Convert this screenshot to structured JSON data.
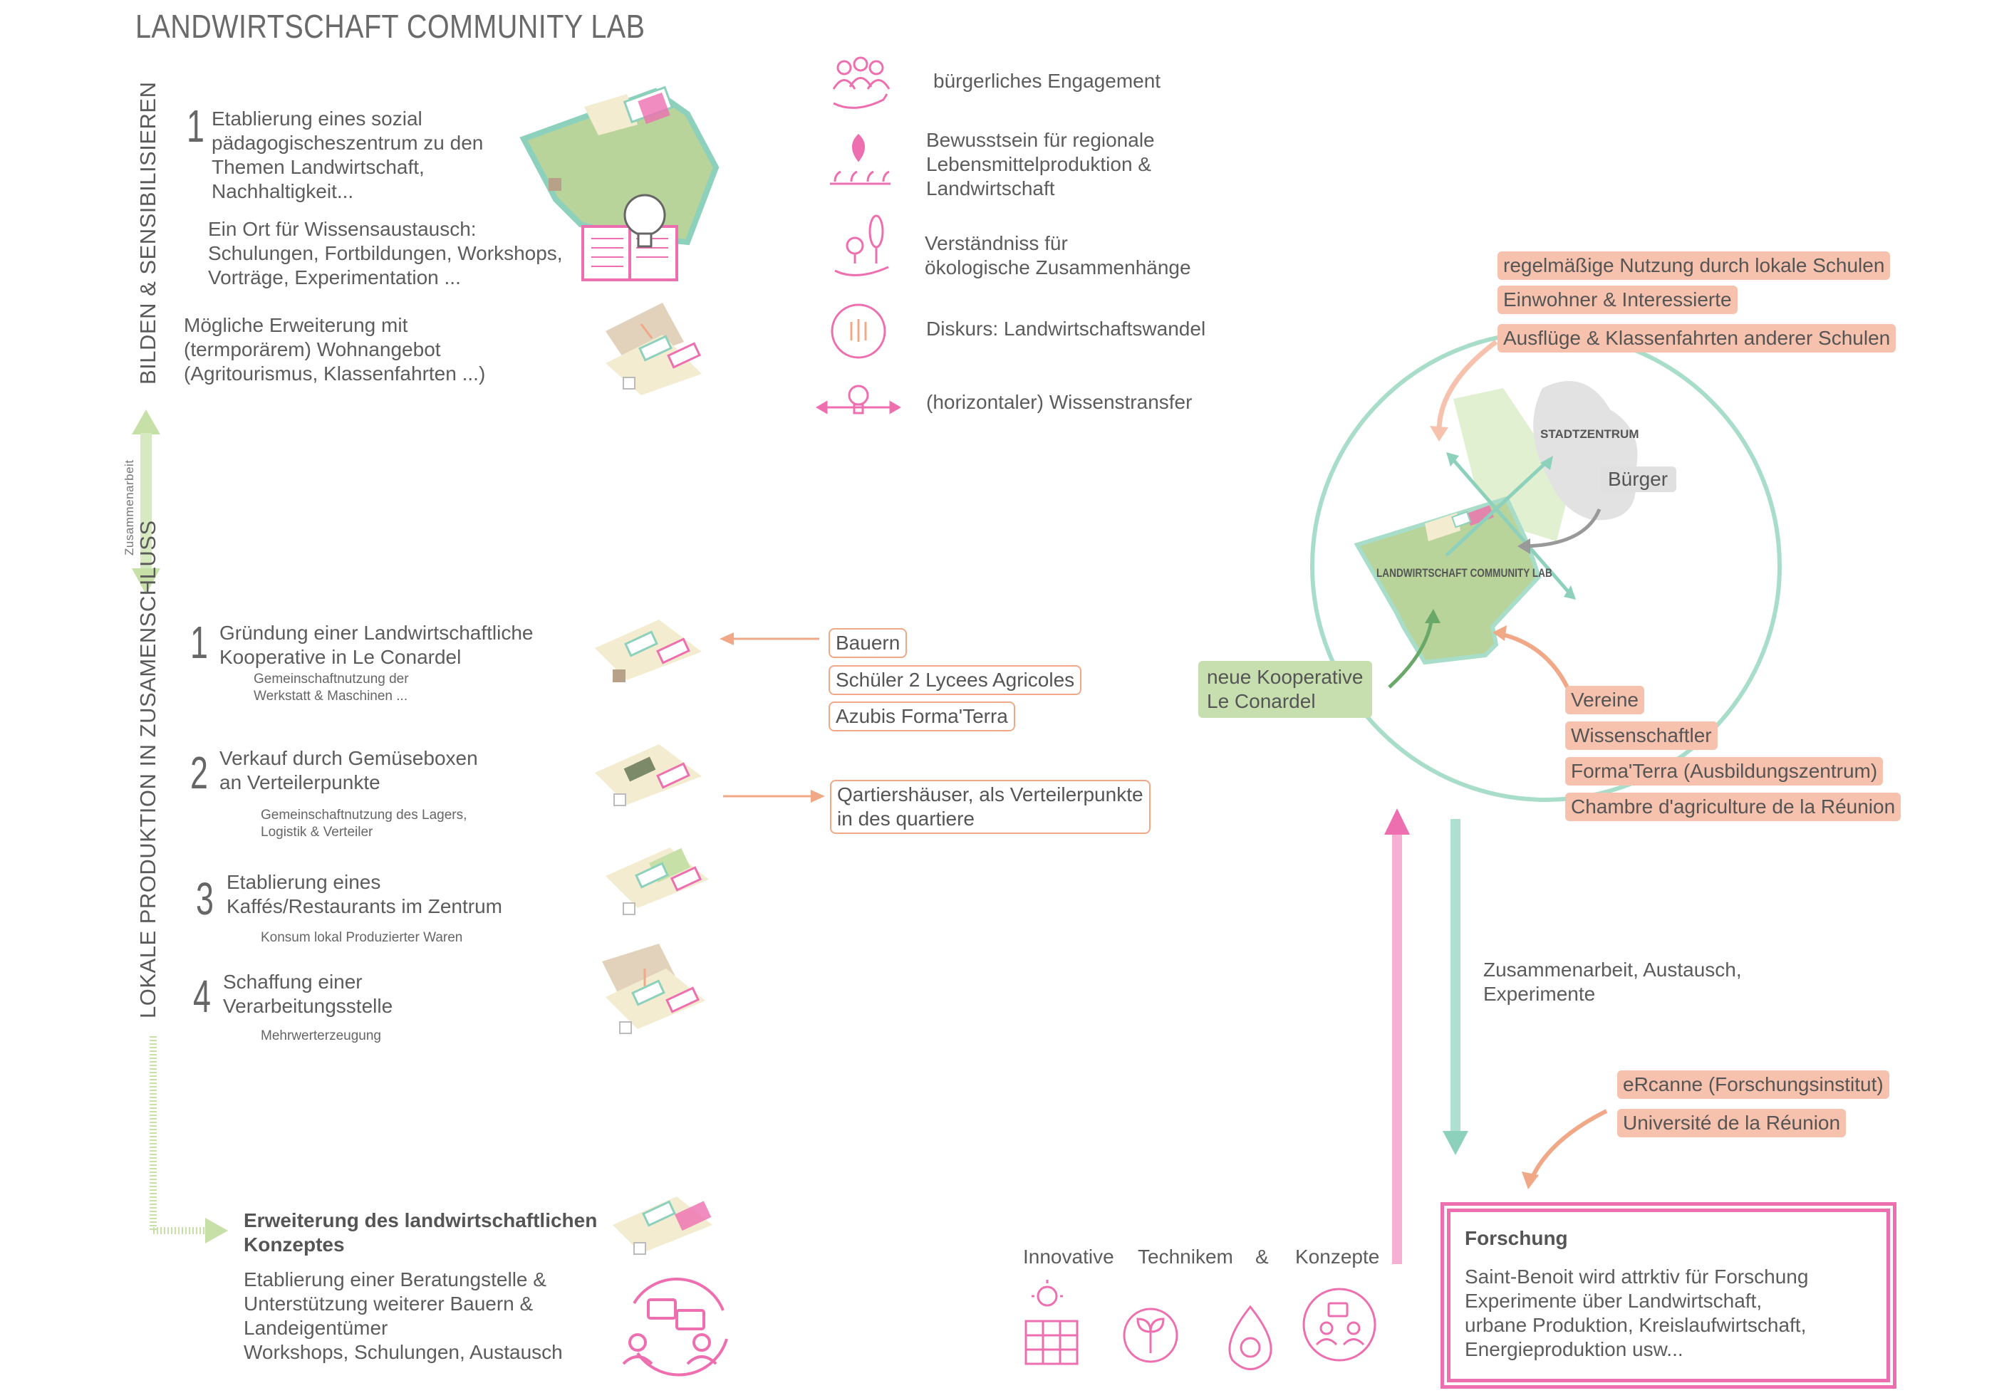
{
  "title": "LANDWIRTSCHAFT COMMUNITY LAB",
  "section1": {
    "label": "BILDEN & SENSIBILISIEREN",
    "num": "1",
    "item1": "Etablierung eines sozial\npädagogischeszentrum zu den\nThemen Landwirtschaft,\nNachhaltigkeit...",
    "item2": "Ein Ort für Wissensaustausch:\nSchulungen, Fortbildungen, Workshops,\nVorträge, Experimentation ...",
    "item3": "Mögliche Erweiterung mit\n(termporärem) Wohnangebot\n(Agritourismus, Klassenfahrten ...)"
  },
  "zusammenarbeit_label": "Zusammenarbeit",
  "legend": [
    {
      "icon": "people-hand-icon",
      "text": "bürgerliches Engagement"
    },
    {
      "icon": "location-plants-icon",
      "text": "Bewusstsein für regionale\nLebensmittelproduktion &\nLandwirtschaft"
    },
    {
      "icon": "trees-hand-icon",
      "text": "Verständniss für\nökologische Zusammenhänge"
    },
    {
      "icon": "crop-cycle-icon",
      "text": "Diskurs: Landwirtschaftswandel"
    },
    {
      "icon": "lightbulb-arrows-icon",
      "text": "(horizontaler) Wissenstransfer"
    }
  ],
  "section2": {
    "label": "LOKALE PRODUKTION IN ZUSAMENSCHLUSS",
    "items": [
      {
        "num": "1",
        "text": "Gründung einer Landwirtschaftliche\nKooperative in Le Conardel",
        "sub": "Gemeinschaftnutzung der\nWerkstatt & Maschinen ..."
      },
      {
        "num": "2",
        "text": "Verkauf durch Gemüseboxen\nan Verteilerpunkte",
        "sub": "Gemeinschaftnutzung des Lagers,\nLogistik & Verteiler"
      },
      {
        "num": "3",
        "text": "Etablierung eines\nKaffés/Restaurants im Zentrum",
        "sub": "Konsum lokal Produzierter Waren"
      },
      {
        "num": "4",
        "text": "Schaffung einer\nVerarbeitungsstelle",
        "sub": "Mehrwerterzeugung"
      }
    ]
  },
  "partners1": [
    "Bauern",
    "Schüler  2 Lycees Agricoles",
    "Azubis Forma'Terra"
  ],
  "partners2": "Qartiershäuser, als Verteilerpunkte\nin des quartiere",
  "expansion": {
    "title": "Erweiterung des landwirtschaftlichen\nKonzeptes",
    "text": "Etablierung einer Beratungstelle &\nUnterstützung weiterer Bauern &\nLandeigentümer\nWorkshops, Schulungen, Austausch"
  },
  "innovation": {
    "labels": [
      "Innovative",
      "Technikem",
      "&",
      "Konzepte"
    ]
  },
  "circle": {
    "top_tags": [
      "regelmäßige Nutzung durch lokale Schulen",
      "Einwohner & Interessierte",
      "Ausflüge & Klassenfahrten anderer Schulen"
    ],
    "stadtzentrum": "STADTZENTRUM",
    "buerger": "Bürger",
    "lab": "LANDWIRTSCHAFT COMMUNITY LAB",
    "kooperative": "neue Kooperative\nLe Conardel",
    "right_tags": [
      "Vereine",
      "Wissenschaftler",
      "Forma'Terra (Ausbildungszentrum)",
      "Chambre d'agriculture de la Réunion"
    ]
  },
  "exchange": "Zusammenarbeit, Austausch,\nExperimente",
  "research_tags": [
    "eRcanne (Forschungsinstitut)",
    "Université de la Réunion"
  ],
  "forschung": {
    "title": "Forschung",
    "text": "Saint-Benoit wird attrktiv für Forschung\nExperimente über Landwirtschaft,\nurbane Produktion, Kreislaufwirtschaft,\nEnergieproduktion usw..."
  },
  "colors": {
    "pink": "#ee6fb0",
    "green_light": "#c7dfae",
    "green_area": "#b9d49a",
    "teal": "#8dd1bd",
    "salmon": "#f6c2ad",
    "orange": "#f0a887"
  }
}
